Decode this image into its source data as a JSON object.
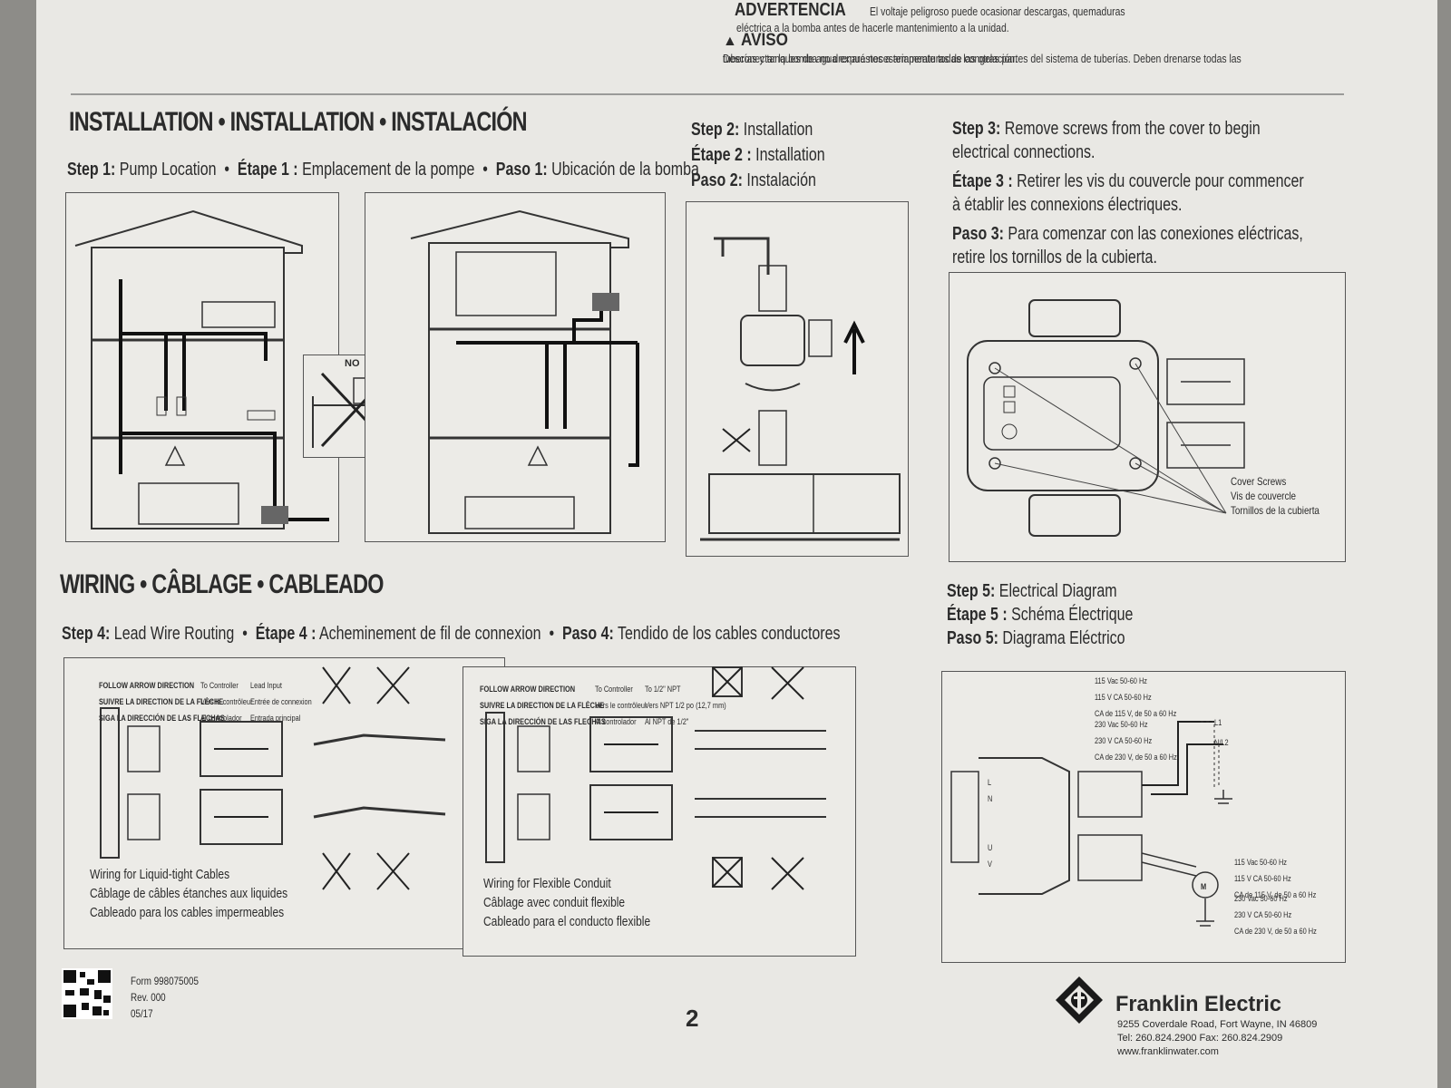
{
  "warnings": {
    "advertencia_label": "ADVERTENCIA",
    "advertencia_text_1": "El voltaje peligroso puede ocasionar descargas, quemaduras",
    "advertencia_text_2": "eléctrica a la bomba antes de hacerle mantenimiento a la unidad.",
    "aviso_label": "AVISO",
    "aviso_text_1": "Desconectar la bomba no drenará necesariamente todas las otras partes del sistema de tuberías. Deben drenarse todas las",
    "aviso_text_2": "tuberías y tanques de agua expuestos a temperaturas de congelación."
  },
  "installation": {
    "title": "INSTALLATION  •  INSTALLATION  •  INSTALACIÓN",
    "step1": {
      "en_label": "Step 1:",
      "en": "Pump Location",
      "fr_label": "Étape 1 :",
      "fr": "Emplacement de la pompe",
      "es_label": "Paso 1:",
      "es": "Ubicación de la bomba",
      "no_label": "NO"
    },
    "step2": {
      "en_label": "Step 2:",
      "en": "Installation",
      "fr_label": "Étape 2 :",
      "fr": "Installation",
      "es_label": "Paso 2:",
      "es": "Instalación"
    },
    "step3": {
      "en_label": "Step 3:",
      "en_1": "Remove screws from the cover to begin",
      "en_2": "electrical connections.",
      "fr_label": "Étape 3 :",
      "fr_1": "Retirer les vis du couvercle pour commencer",
      "fr_2": "à établir les connexions électriques.",
      "es_label": "Paso 3:",
      "es_1": "Para comenzar con las conexiones eléctricas,",
      "es_2": "retire los tornillos de la cubierta.",
      "callout_en": "Cover Screws",
      "callout_fr": "Vis de couvercle",
      "callout_es": "Tornillos de la cubierta"
    }
  },
  "wiring": {
    "title": "WIRING  •  CÂBLAGE  •  CABLEADO",
    "step4": {
      "en_label": "Step 4:",
      "en": "Lead Wire Routing",
      "fr_label": "Étape 4 :",
      "fr": "Acheminement de fil de connexion",
      "es_label": "Paso 4:",
      "es": "Tendido de los cables conductores"
    },
    "panel_a": {
      "arrow_en": "FOLLOW ARROW DIRECTION",
      "arrow_fr": "SUIVRE LA DIRECTION DE LA FLÈCHE",
      "arrow_es": "SIGA LA DIRECCIÓN DE LAS FLECHAS",
      "ctrl_en": "To Controller",
      "ctrl_fr": "Vers le contrôleur",
      "ctrl_es": "Al controlador",
      "lead_en": "Lead Input",
      "lead_fr": "Entrée de connexion",
      "lead_es": "Entrada principal",
      "caption_en": "Wiring for Liquid-tight Cables",
      "caption_fr": "Câblage de câbles étanches aux liquides",
      "caption_es": "Cableado para los cables impermeables"
    },
    "panel_b": {
      "arrow_en": "FOLLOW ARROW DIRECTION",
      "arrow_fr": "SUIVRE LA DIRECTION DE LA FLÈCHE",
      "arrow_es": "SIGA LA DIRECCIÓN DE LAS FLECHAS",
      "ctrl_en": "To Controller",
      "ctrl_fr": "Vers le contrôleur",
      "ctrl_es": "Al controlador",
      "npt_en": "To 1/2\" NPT",
      "npt_fr": "Vers NPT 1/2 po (12,7 mm)",
      "npt_es": "Al NPT de 1/2\"",
      "caption_en": "Wiring for Flexible Conduit",
      "caption_fr": "Câblage avec conduit flexible",
      "caption_es": "Cableado para el conducto flexible"
    },
    "step5": {
      "en_label": "Step 5:",
      "en": "Electrical Diagram",
      "fr_label": "Étape 5 :",
      "fr": "Schéma Électrique",
      "es_label": "Paso 5:",
      "es": "Diagrama Eléctrico",
      "v115_1": "115 Vac 50-60 Hz",
      "v115_2": "115 V CA 50-60 Hz",
      "v115_3": "CA de 115 V, de 50 a 60 Hz",
      "v230_1": "230 Vac 50-60 Hz",
      "v230_2": "230 V CA 50-60 Hz",
      "v230_3": "CA de 230 V, de 50 a 60 Hz",
      "l1": "L1",
      "nl2": "N/L2",
      "t_l": "L",
      "t_n": "N",
      "t_u": "U",
      "t_v": "V",
      "motor": "M"
    }
  },
  "footer": {
    "form": "Form 998075005",
    "rev": "Rev. 000",
    "date": "05/17",
    "page_number": "2",
    "brand": "Franklin Electric",
    "address": "9255 Coverdale Road, Fort Wayne, IN 46809",
    "tel": "Tel: 260.824.2900 Fax: 260.824.2909",
    "web": "www.franklinwater.com"
  }
}
